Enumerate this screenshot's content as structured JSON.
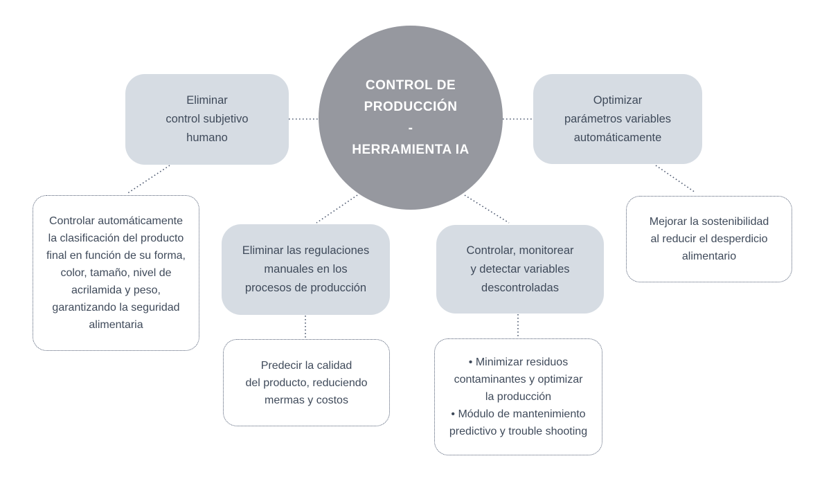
{
  "center": {
    "title": "CONTROL DE\nPRODUCCIÓN\n-\nHERRAMIENTA IA"
  },
  "branches": [
    {
      "id": "top-left",
      "label": "Eliminar\ncontrol subjetivo\nhumano",
      "detail": "Controlar automáticamente\nla clasificación del producto\nfinal en función de su forma,\ncolor, tamaño, nivel de\nacrilamida y peso,\ngarantizando la seguridad\nalimentaria"
    },
    {
      "id": "mid-left",
      "label": "Eliminar las regulaciones\nmanuales en los\nprocesos de producción",
      "detail": "Predecir la calidad\ndel producto, reduciendo\nmermas y costos"
    },
    {
      "id": "mid-right",
      "label": "Controlar, monitorear\ny detectar variables\ndescontroladas",
      "detail": "• Minimizar residuos\ncontaminantes y optimizar\nla producción\n• Módulo de mantenimiento\npredictivo y trouble shooting"
    },
    {
      "id": "top-right",
      "label": "Optimizar\nparámetros variables\nautomáticamente",
      "detail": "Mejorar la sostenibilidad\nal reducir el desperdicio\nalimentario"
    }
  ],
  "colors": {
    "center_fill": "#96989f",
    "center_text": "#ffffff",
    "node_fill": "#d6dce3",
    "node_text": "#3f4a5a",
    "dotted_line": "#4d5970",
    "background": "#ffffff"
  }
}
